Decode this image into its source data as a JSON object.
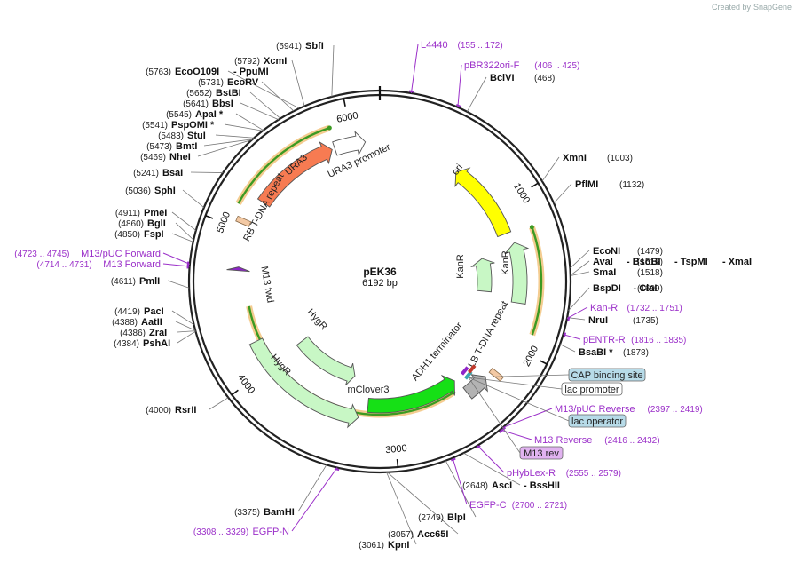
{
  "plasmid": {
    "name": "pEK36",
    "length": "6192 bp",
    "total_bp": 6192
  },
  "watermark": {
    "prefix": "Created by",
    "brand": "SnapGene"
  },
  "ticks": [
    {
      "bp": 1000,
      "label": "1000"
    },
    {
      "bp": 2000,
      "label": "2000"
    },
    {
      "bp": 3000,
      "label": "3000"
    },
    {
      "bp": 4000,
      "label": "4000"
    },
    {
      "bp": 5000,
      "label": "5000"
    },
    {
      "bp": 6000,
      "label": "6000"
    }
  ],
  "features": [
    {
      "name": "ori",
      "kind": "arrow",
      "start": 600,
      "end": 1190,
      "dir": -1,
      "color": "#ffff00",
      "ring": 1
    },
    {
      "name": "KanR",
      "kind": "arrow",
      "start": 1270,
      "end": 1700,
      "dir": -1,
      "color": "#c8f7c5",
      "ring": 1
    },
    {
      "name": "KanR",
      "kind": "arrow",
      "start": 1330,
      "end": 1640,
      "dir": -1,
      "color": "#c8f7c5",
      "ring": 2
    },
    {
      "name": "LB T-DNA repeat",
      "kind": "box",
      "start": 2200,
      "end": 2225,
      "color": "#f3c9a4",
      "ring": 1
    },
    {
      "name": "ADH1 terminator",
      "kind": "arrow",
      "start": 2270,
      "end": 2440,
      "dir": -1,
      "color": "#b3b3b3",
      "ring": 1
    },
    {
      "name": "mClover3",
      "kind": "arrow",
      "start": 2460,
      "end": 3190,
      "dir": -1,
      "color": "#16e016",
      "ring": 1
    },
    {
      "name": "HygR",
      "kind": "arrow",
      "start": 3250,
      "end": 4200,
      "dir": -1,
      "color": "#c8f7c5",
      "ring": 1
    },
    {
      "name": "HygR",
      "kind": "arrow",
      "start": 3350,
      "end": 4000,
      "dir": -1,
      "color": "#c8f7c5",
      "ring": 2
    },
    {
      "name": "M13 fwd",
      "kind": "arrow",
      "start": 4720,
      "end": 4745,
      "dir": 1,
      "color": "#8e24c8",
      "ring": 1
    },
    {
      "name": "RB T-DNA repeat",
      "kind": "box",
      "start": 5040,
      "end": 5065,
      "color": "#f3c9a4",
      "ring": 1
    },
    {
      "name": "URA3",
      "kind": "arrow",
      "start": 5230,
      "end": 5850,
      "dir": 1,
      "color": "#f77b52",
      "ring": 1
    },
    {
      "name": "URA3 promoter",
      "kind": "arrow",
      "start": 5870,
      "end": 6090,
      "dir": 1,
      "color": "#ffffff",
      "ring": 1
    }
  ],
  "orfs": [
    {
      "start": 1210,
      "end": 1880,
      "dir": -1
    },
    {
      "start": 2520,
      "end": 4460,
      "dir": -1
    },
    {
      "start": 5140,
      "end": 5880,
      "dir": 1
    }
  ],
  "labels_inside": [
    {
      "text": "ori"
    },
    {
      "text": "KanR"
    },
    {
      "text": "KanR"
    },
    {
      "text": "LB T-DNA repeat"
    },
    {
      "text": "ADH1 terminator"
    },
    {
      "text": "mClover3"
    },
    {
      "text": "HygR"
    },
    {
      "text": "HygR"
    },
    {
      "text": "M13 fwd"
    },
    {
      "text": "RB T-DNA repeat"
    },
    {
      "text": "URA3"
    },
    {
      "text": "URA3 promoter"
    }
  ],
  "sites": [
    {
      "name": "SbfI",
      "pos": "(5941)",
      "bp": 5941
    },
    {
      "name": "XcmI",
      "pos": "(5792)",
      "bp": 5792
    },
    {
      "name": "EcoO109I",
      "extra": "PpuMI",
      "pos": "(5763)",
      "bp": 5763
    },
    {
      "name": "EcoRV",
      "pos": "(5731)",
      "bp": 5731
    },
    {
      "name": "BstBI",
      "pos": "(5652)",
      "bp": 5652
    },
    {
      "name": "BbsI",
      "pos": "(5641)",
      "bp": 5641
    },
    {
      "name": "ApaI *",
      "pos": "(5545)",
      "bp": 5545
    },
    {
      "name": "PspOMI *",
      "pos": "(5541)",
      "bp": 5541
    },
    {
      "name": "StuI",
      "pos": "(5483)",
      "bp": 5483
    },
    {
      "name": "BmtI",
      "pos": "(5473)",
      "bp": 5473
    },
    {
      "name": "NheI",
      "pos": "(5469)",
      "bp": 5469
    },
    {
      "name": "BsaI",
      "pos": "(5241)",
      "bp": 5241
    },
    {
      "name": "SphI",
      "pos": "(5036)",
      "bp": 5036
    },
    {
      "name": "PmeI",
      "pos": "(4911)",
      "bp": 4911
    },
    {
      "name": "BglI",
      "pos": "(4860)",
      "bp": 4860
    },
    {
      "name": "FspI",
      "pos": "(4850)",
      "bp": 4850
    },
    {
      "name": "PmlI",
      "pos": "(4611)",
      "bp": 4611
    },
    {
      "name": "PacI",
      "pos": "(4419)",
      "bp": 4419
    },
    {
      "name": "AatII",
      "pos": "(4388)",
      "bp": 4388
    },
    {
      "name": "ZraI",
      "pos": "(4386)",
      "bp": 4386
    },
    {
      "name": "PshAI",
      "pos": "(4384)",
      "bp": 4384
    },
    {
      "name": "RsrII",
      "pos": "(4000)",
      "bp": 4000
    },
    {
      "name": "BamHI",
      "pos": "(3375)",
      "bp": 3375
    },
    {
      "name": "KpnI",
      "pos": "(3061)",
      "bp": 3061
    },
    {
      "name": "Acc65I",
      "pos": "(3057)",
      "bp": 3057
    },
    {
      "name": "BlpI",
      "pos": "(2749)",
      "bp": 2749
    },
    {
      "name": "AscI",
      "extra": "BssHII",
      "pos": "(2648)",
      "bp": 2648
    },
    {
      "name": "BsaBI *",
      "pos": "(1878)",
      "bp": 1878
    },
    {
      "name": "NruI",
      "pos": "(1735)",
      "bp": 1735
    },
    {
      "name": "BspDI",
      "extra": "ClaI",
      "pos": "(1699)",
      "bp": 1699
    },
    {
      "name": "EcoNI",
      "pos": "(1479)",
      "bp": 1479
    },
    {
      "name": "AvaI",
      "extra": "BsoBI",
      "extra2": "TspMI",
      "extra3": "XmaI",
      "pos": "(1516)",
      "bp": 1516
    },
    {
      "name": "SmaI",
      "pos": "(1518)",
      "bp": 1518
    },
    {
      "name": "PflMI",
      "pos": "(1132)",
      "bp": 1132
    },
    {
      "name": "XmnI",
      "pos": "(1003)",
      "bp": 1003
    },
    {
      "name": "BciVI",
      "pos": "(468)",
      "bp": 468
    }
  ],
  "primers": [
    {
      "name": "L4440",
      "pos": "(155 .. 172)",
      "bp": 163
    },
    {
      "name": "pBR322ori-F",
      "pos": "(406 .. 425)",
      "bp": 415
    },
    {
      "name": "Kan-R",
      "pos": "(1732 .. 1751)",
      "bp": 1741
    },
    {
      "name": "pENTR-R",
      "pos": "(1816 .. 1835)",
      "bp": 1825
    },
    {
      "name": "M13/pUC Reverse",
      "pos": "(2397 .. 2419)",
      "bp": 2408
    },
    {
      "name": "M13 Reverse",
      "pos": "(2416 .. 2432)",
      "bp": 2424
    },
    {
      "name": "pHybLex-R",
      "pos": "(2555 .. 2579)",
      "bp": 2567
    },
    {
      "name": "EGFP-C",
      "pos": "(2700 .. 2721)",
      "bp": 2710
    },
    {
      "name": "EGFP-N",
      "pos": "(3308 .. 3329)",
      "bp": 3318
    },
    {
      "name": "M13/pUC Forward",
      "pos": "(4723 .. 4745)",
      "bp": 4734
    },
    {
      "name": "M13 Forward",
      "pos": "(4714 .. 4731)",
      "bp": 4722
    }
  ],
  "boxed": [
    {
      "name": "CAP binding site",
      "bg": "#b7dbe8"
    },
    {
      "name": "lac promoter",
      "bg": "#ffffff"
    },
    {
      "name": "lac operator",
      "bg": "#b7dbe8"
    },
    {
      "name": "M13 rev",
      "bg": "#e1b3f0"
    }
  ]
}
